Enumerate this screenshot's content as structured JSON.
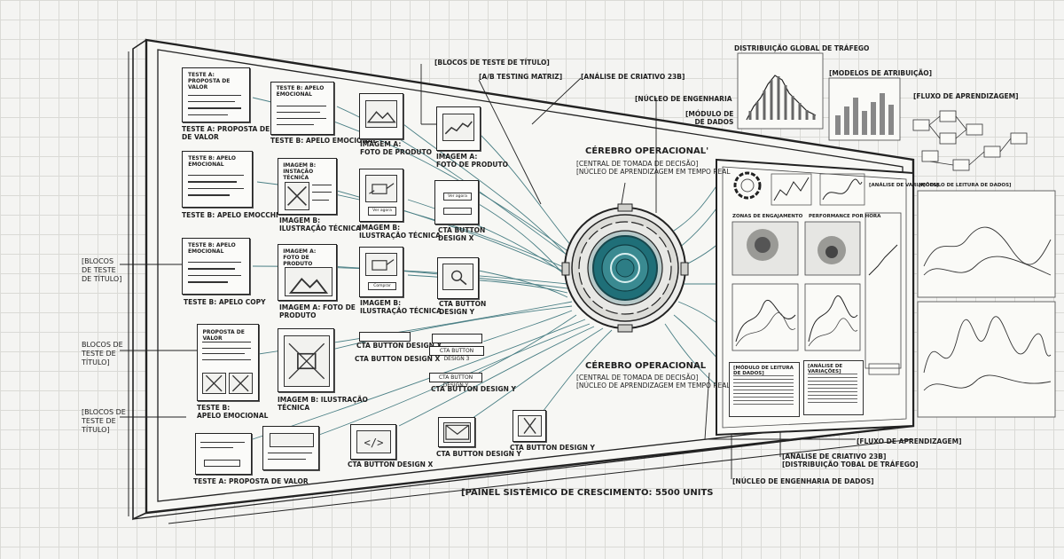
{
  "labels": {
    "top_blocks": "[Blocos de teste de título]",
    "ab_matrix": "[A/B Testing Matriz]",
    "creative_top": "[Análise de Criativo 23B]",
    "engineering": "[Núcleo de Engenharia",
    "module_data": "[Módulo de\nde Dados",
    "traffic": "Distribuição Global de Tráfego",
    "attribution": "[Modelos de Atribuição]",
    "learning_flow_top": "[Fluxo de Aprendizagem]",
    "brain_top_title": "Cérebro Operacional'",
    "brain_top_sub": "[Central de Tomada de Decisão]\n[Núcleo de Aprendizagem em Tempo Real",
    "brain_mid_title": "Cérebro Operacional",
    "brain_mid_sub": "[Central de Tomada de Decisão]\n[Núcleo de Aprendizagem em Tempo Real]",
    "side_1": "[Blocos\nde teste\nde título]",
    "side_2": "Blocos de\nteste de\ntítulo]",
    "side_3": "[Blocos de\nteste de\ntítulo]",
    "panel_footer": "[Painel Sistêmico de Crescimento: 5500 units",
    "learning_flow_bottom": "[Fluxo de Aprendizagem]",
    "creative_bottom": "[Análise de Criativo 23B]\n[Distribuição Tobal de Tráfego]",
    "engineering_bottom": "[Núcleo de Engenharia de Dados]",
    "engagement": "Zonas de Engajamento",
    "performance": "Performance por Hora",
    "data_read": "[Módulo de Leitura de Dados]",
    "variations": "[Análise de Variações]",
    "reading_right": "[Módulo de Leitura de Dados]",
    "engagement_short": "[Análise de Variações]"
  },
  "tests": {
    "r1c1_inside": "Teste A:\nProposta de Valor",
    "r1c1_cap": "Teste A: Proposta de\nde Valor",
    "r1c2_inside": "Teste B: Apelo\nEmocional",
    "r1c2_cap": "Teste B: Apelo Emocional",
    "r1c3_cap": "Imagem A:\nFoto de Produto",
    "r1c4_cap": "Imagem A:\nFoto de Produto",
    "r2c1_inside": "Teste B: Apelo\nEmocional",
    "r2c1_cap": "Teste B: Apelo Emocchi",
    "r2c2_inside": "Imagem B:\nInstação Técnica",
    "r2c2_cap": "Imagem B:\nIlustração Técnica",
    "r2c3_btn": "Ver agora",
    "r2c3_cap": "Imagem B:\nIlustração Técnica",
    "r2c4_inside": "Ver agora",
    "r2c4_cap": "CTA Button\nDesign X",
    "r3c1_inside": "Teste B: Apelo\nEmocional",
    "r3c1_cap": "Teste B: Apelo Copy",
    "r3c2_inside": "Imagem A:\nFoto de Produto",
    "r3c2_cap": "Imagem A: Foto de\nProduto",
    "r3c3_btn": "Comprar",
    "r3c3_cap": "Imagem B:\nIlustração Técnica",
    "r3c4_cap": "CTA Button\nDesign Y",
    "r4c1_inside": "Proposta de Valor",
    "r4c1_cap": "Teste B:\nApelo Emocional",
    "r4c2_cap": "Imagem B: Ilustração\nTécnica",
    "cta_x1": "CTA Button Design X",
    "cta_x2": "CTA Button Design X",
    "cta_y1": "CTA Button Design Y",
    "cta_y2": "CTA Button Design Y",
    "cta_3": "CTA Button Design 3",
    "r5c1_cap": "Teste A: Proposta de Valor",
    "r5c3_cap": "CTA Button Design X",
    "r5c4_cap": "CTA Button Design Y",
    "r5c5_cap": "CTA Button Design Y"
  },
  "colors": {
    "ink": "#1f1f1f",
    "core_teal": "#1f6f78",
    "core_ring": "#3a8a91",
    "paper": "#f4f4f2"
  },
  "icons": [
    "image-icon",
    "chart-icon",
    "robot-arm-icon",
    "search-icon",
    "code-icon",
    "email-icon",
    "hourglass-icon"
  ]
}
